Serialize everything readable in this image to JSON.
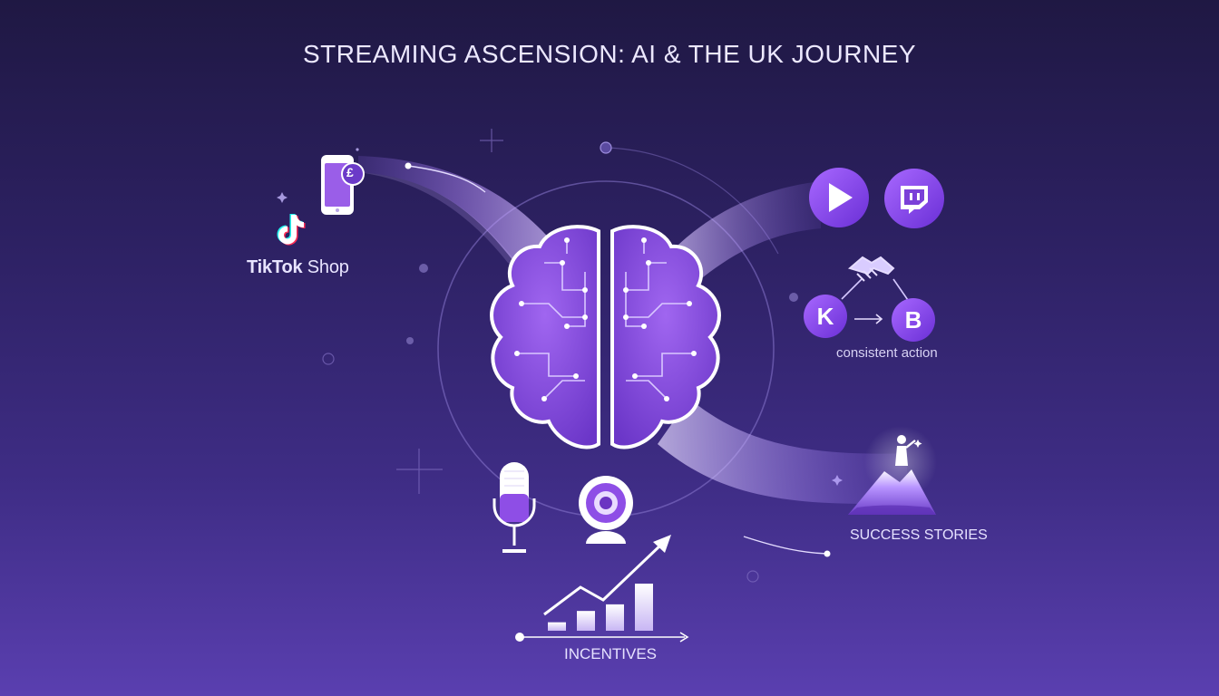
{
  "title": "STREAMING ASCENSION: AI & THE UK JOURNEY",
  "tiktok": {
    "brand": "TikTok",
    "suffix": " Shop"
  },
  "phone_symbol": "£",
  "relationship": {
    "from": "K",
    "to": "B",
    "caption": "consistent action"
  },
  "success_label": "SUCCESS STORIES",
  "incentives_label": "INCENTIVES",
  "chart_bars_relative": [
    0.18,
    0.42,
    0.56,
    1.0
  ],
  "icons": [
    "tiktok-icon",
    "phone-payment-icon",
    "play-icon",
    "twitch-icon",
    "handshake-icon",
    "brain-circuit-icon",
    "microphone-icon",
    "webcam-icon",
    "growth-chart-icon",
    "summit-figure-icon"
  ],
  "colors": {
    "accent": "#8a4fe8",
    "accent_light": "#b98cff",
    "bg_top": "#1f1843",
    "bg_bottom": "#5a3fb0"
  }
}
